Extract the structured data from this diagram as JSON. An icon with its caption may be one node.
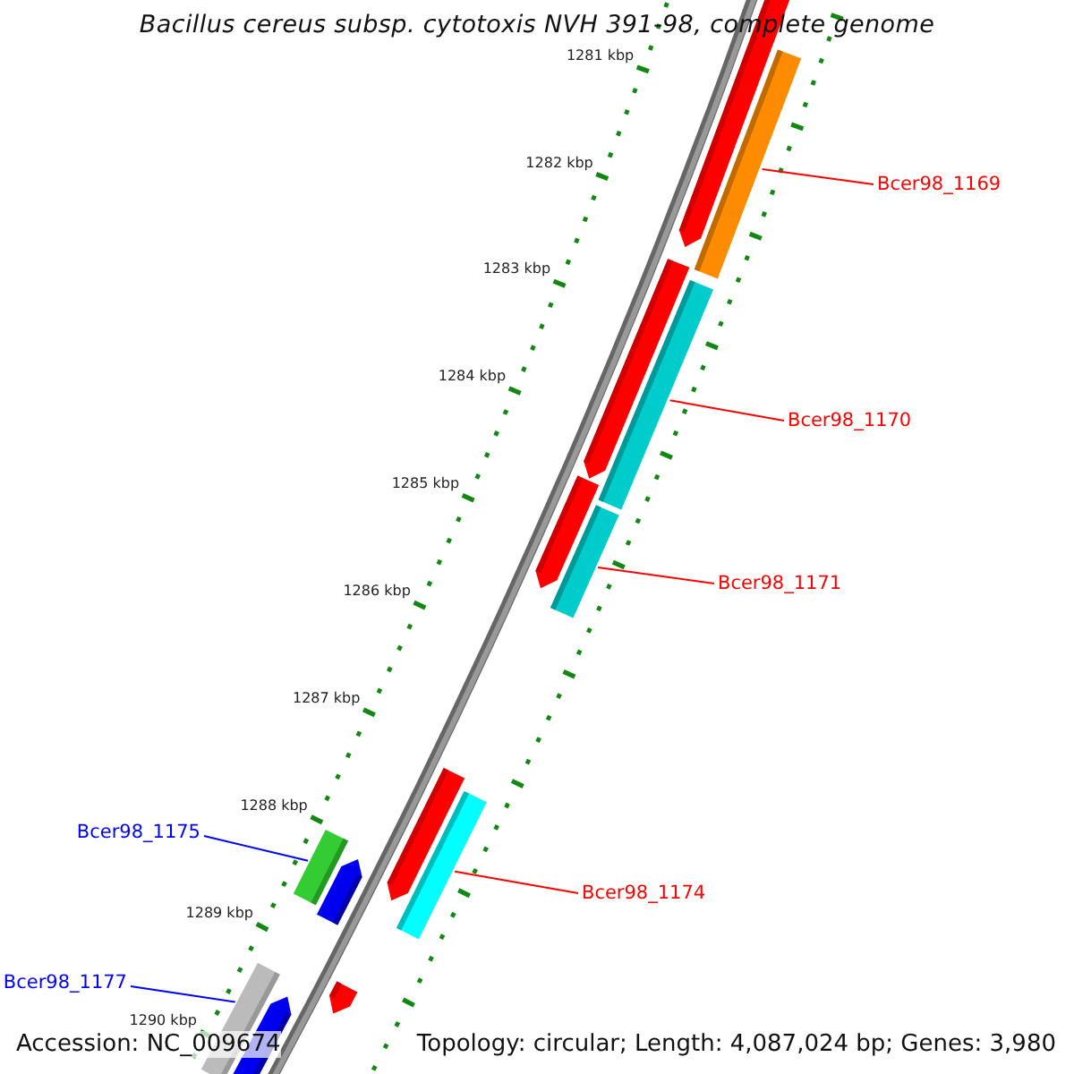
{
  "diagram": {
    "title": "Bacillus cereus subsp. cytotoxis NVH 391-98, complete genome",
    "nodes": [
      {
        "text": [
          "Bcer98_1169"
        ]
      },
      {
        "text": [
          "Bcer98_1170"
        ]
      },
      {
        "text": [
          "Bcer98_1171"
        ]
      },
      {
        "text": [
          "Bcer98_1174"
        ]
      },
      {
        "text": [
          "Bcer98_1175"
        ]
      },
      {
        "text": [
          "Bcer98_1177"
        ]
      },
      {
        "text": [],
        "shape": "bar"
      },
      {
        "text": [],
        "shape": "bar"
      },
      {
        "text": [],
        "shape": "bar"
      },
      {
        "text": [],
        "shape": "bar"
      },
      {
        "text": [],
        "shape": "bar"
      },
      {
        "text": [],
        "shape": "bar"
      }
    ],
    "edges": [
      {
        "from": 0,
        "to": 6,
        "arrow": "none"
      },
      {
        "from": 1,
        "to": 7,
        "arrow": "none"
      },
      {
        "from": 2,
        "to": 8,
        "arrow": "none"
      },
      {
        "from": 3,
        "to": 9,
        "arrow": "none"
      },
      {
        "from": 4,
        "to": 10,
        "arrow": "none",
        "color": "#0000ff"
      },
      {
        "from": 5,
        "to": 11,
        "arrow": "none",
        "color": "#0000ff"
      }
    ],
    "labels": [
      "1281 kbp",
      "1282 kbp",
      "1283 kbp",
      "1284 kbp",
      "1285 kbp",
      "1286 kbp",
      "1287 kbp",
      "1288 kbp",
      "1289 kbp",
      "1290 kbp",
      "Accession: NC_009674",
      "Topology: circular; Length: 4,087,024 bp; Genes: 3,980"
    ]
  }
}
